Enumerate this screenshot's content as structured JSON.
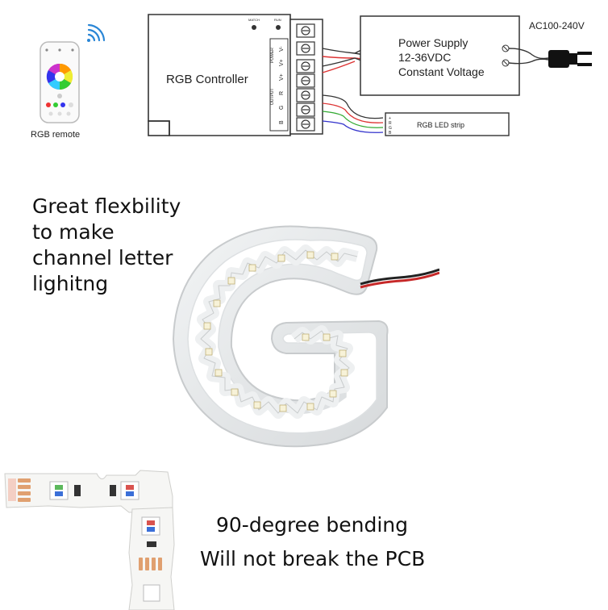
{
  "diagram": {
    "remote_label": "RGB remote",
    "controller_label": "RGB Controller",
    "controller_small_left": "MATCH",
    "controller_small_right": "RUN",
    "terminal_power": "POWER",
    "terminal_output": "OUTPUT",
    "terminal_labels": [
      "V-",
      "V+",
      "V+",
      "R",
      "G",
      "B"
    ],
    "power_supply_line1": "Power Supply",
    "power_supply_line2": "12-36VDC",
    "power_supply_line3": "Constant Voltage",
    "ac_label": "AC100-240V",
    "strip_label": "RGB LED strip",
    "strip_pins": [
      "+",
      "R",
      "G",
      "B"
    ]
  },
  "feature1": {
    "line1": "Great flexbility",
    "line2": "to make",
    "line3": "channel letter",
    "line4": "lighitng"
  },
  "feature2": {
    "line1": "90-degree bending",
    "line2": "Will not break the PCB"
  },
  "colors": {
    "led_red": "#d9534f",
    "led_green": "#5cb85c",
    "led_blue": "#3b6fd8",
    "pcb_pink": "#f4cfc4",
    "copper": "#e0a070"
  }
}
